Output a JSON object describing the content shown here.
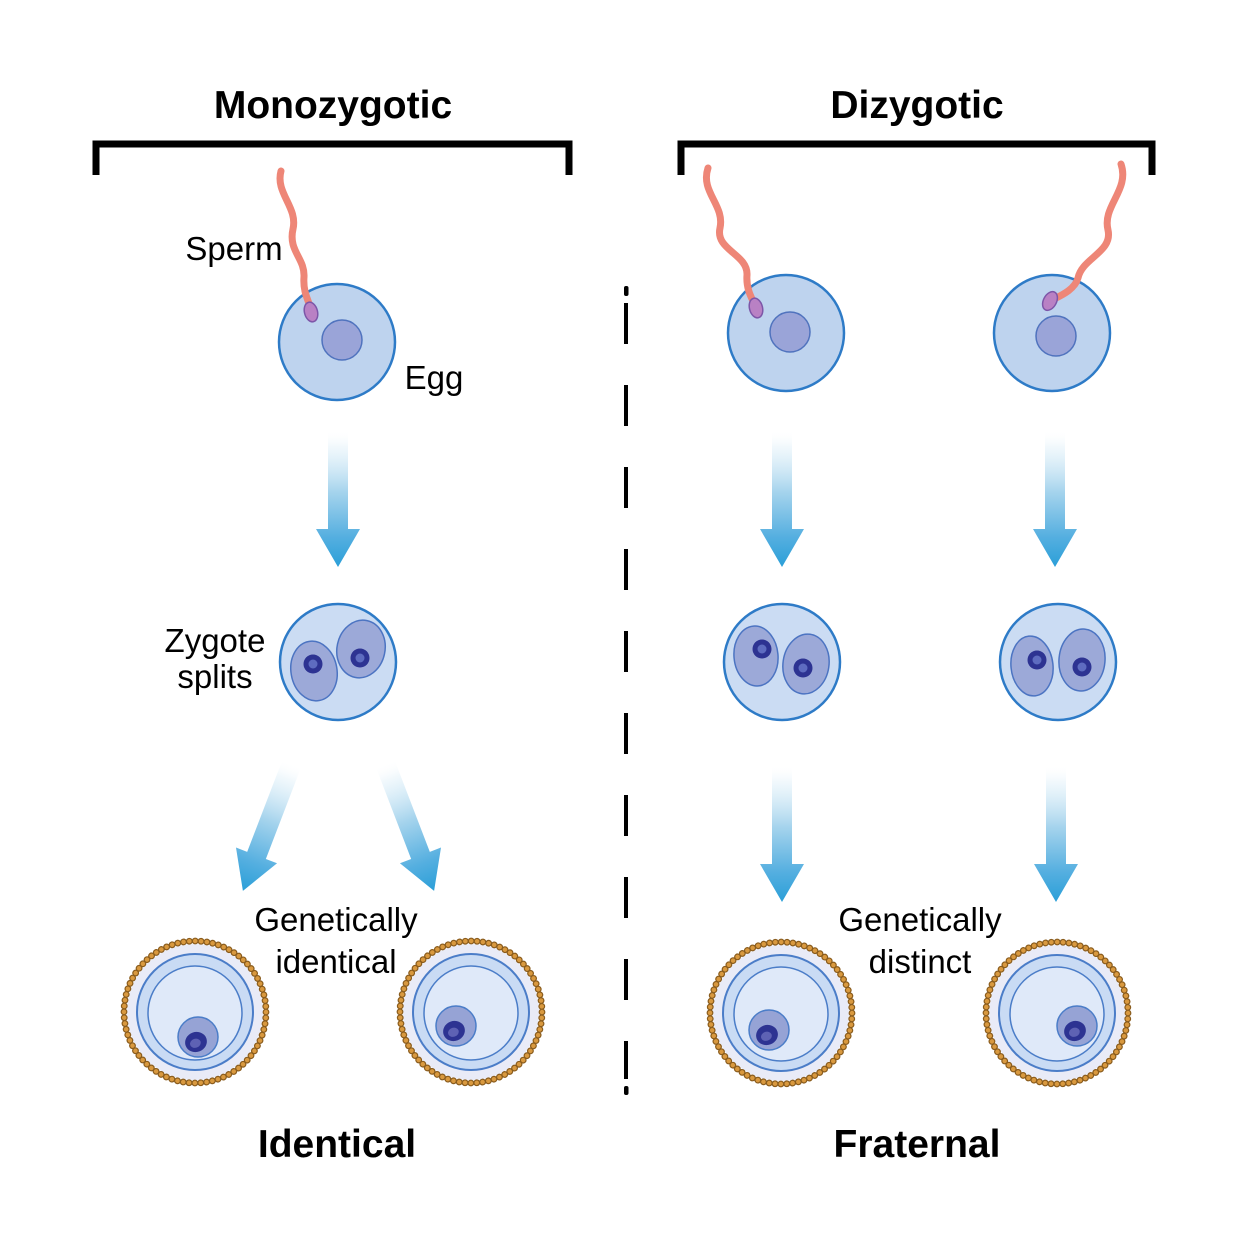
{
  "left_column": {
    "title": "Monozygotic",
    "sperm_label": "Sperm",
    "egg_label": "Egg",
    "zygote_label_line1": "Zygote",
    "zygote_label_line2": "splits",
    "result_label_line1": "Genetically",
    "result_label_line2": "identical",
    "bottom_label": "Identical"
  },
  "right_column": {
    "title": "Dizygotic",
    "result_label_line1": "Genetically",
    "result_label_line2": "distinct",
    "bottom_label": "Fraternal"
  },
  "colors": {
    "egg_fill": "#bed3ee",
    "egg_stroke": "#2e7bc7",
    "egg_nucleus_fill": "#9aa4d8",
    "egg_nucleus_stroke": "#5073be",
    "sperm_tail": "#ee8677",
    "sperm_head_fill": "#b981c4",
    "sperm_head_stroke": "#7d56a8",
    "arrow_blue": "#2b9fd8",
    "zygote_fill": "#cbdcf3",
    "cell_fill": "#9ca9d8",
    "cell_stroke": "#4c74c2",
    "nucleus_dark": "#2d3392",
    "nucleus_center": "#5e6cc0",
    "bead_orange": "#d9993f",
    "bead_outline": "#8a5c1d",
    "blastocyst_bg": "#e9ebf7",
    "blastocyst_ring": "#c9dbf4",
    "blastocyst_inner": "#dfe9f9",
    "icm_fill": "#96a3d5",
    "divider": "#000000",
    "text": "#000000"
  }
}
